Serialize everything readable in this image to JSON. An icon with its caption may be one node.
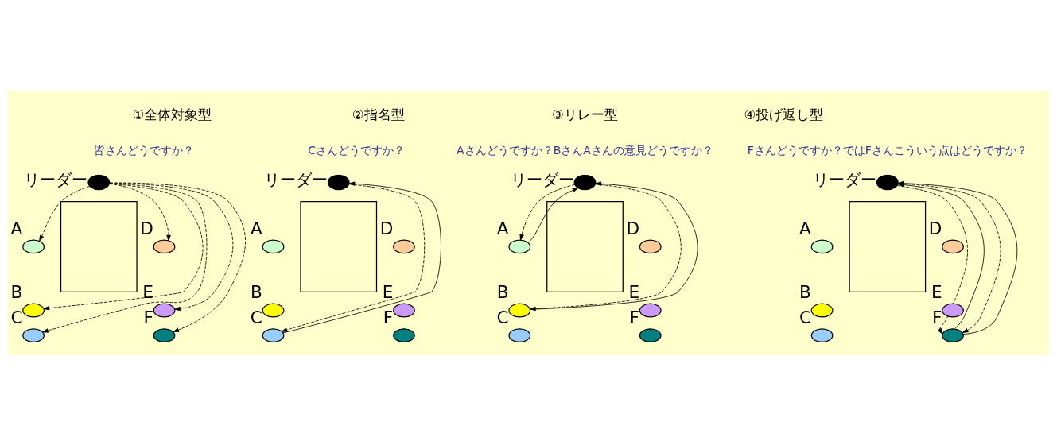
{
  "diagram": {
    "nodes": [
      {
        "text": [],
        "shape": "circle",
        "beside": [
          "リーダー"
        ]
      },
      {
        "text": [],
        "shape": "box"
      },
      {
        "text": [],
        "shape": "circle",
        "beside": [
          "A"
        ]
      },
      {
        "text": [],
        "shape": "circle",
        "beside": [
          "B"
        ]
      },
      {
        "text": [],
        "shape": "circle",
        "beside": [
          "C"
        ]
      },
      {
        "text": [],
        "shape": "circle",
        "beside": [
          "D"
        ]
      },
      {
        "text": [],
        "shape": "circle",
        "beside": [
          "E"
        ]
      },
      {
        "text": [],
        "shape": "circle",
        "beside": [
          "F"
        ]
      },
      {
        "text": [],
        "shape": "circle",
        "beside": [
          "リーダー"
        ]
      },
      {
        "text": [],
        "shape": "box"
      },
      {
        "text": [],
        "shape": "circle",
        "beside": [
          "A"
        ]
      },
      {
        "text": [],
        "shape": "circle",
        "beside": [
          "B"
        ]
      },
      {
        "text": [],
        "shape": "circle",
        "beside": [
          "C"
        ]
      },
      {
        "text": [],
        "shape": "circle",
        "beside": [
          "D"
        ]
      },
      {
        "text": [],
        "shape": "circle",
        "beside": [
          "E"
        ]
      },
      {
        "text": [],
        "shape": "circle",
        "beside": [
          "F"
        ]
      },
      {
        "text": [],
        "shape": "circle",
        "beside": [
          "リーダー"
        ]
      },
      {
        "text": [],
        "shape": "box"
      },
      {
        "text": [],
        "shape": "circle",
        "beside": [
          "A"
        ]
      },
      {
        "text": [],
        "shape": "circle",
        "beside": [
          "B"
        ]
      },
      {
        "text": [],
        "shape": "circle",
        "beside": [
          "C"
        ]
      },
      {
        "text": [],
        "shape": "circle",
        "beside": [
          "D"
        ]
      },
      {
        "text": [],
        "shape": "circle",
        "beside": [
          "E"
        ]
      },
      {
        "text": [],
        "shape": "circle",
        "beside": [
          "F"
        ]
      },
      {
        "text": [],
        "shape": "circle",
        "beside": [
          "リーダー"
        ]
      },
      {
        "text": [],
        "shape": "box"
      },
      {
        "text": [],
        "shape": "circle",
        "beside": [
          "A"
        ]
      },
      {
        "text": [],
        "shape": "circle",
        "beside": [
          "B"
        ]
      },
      {
        "text": [],
        "shape": "circle",
        "beside": [
          "C"
        ]
      },
      {
        "text": [],
        "shape": "circle",
        "beside": [
          "D"
        ]
      },
      {
        "text": [],
        "shape": "circle",
        "beside": [
          "E"
        ]
      },
      {
        "text": [],
        "shape": "circle",
        "beside": [
          "F"
        ]
      }
    ],
    "edges": [
      {
        "from": 0,
        "to": 2,
        "arrow": "to",
        "style": "dashed"
      },
      {
        "from": 0,
        "to": 3,
        "arrow": "to",
        "style": "dashed"
      },
      {
        "from": 0,
        "to": 4,
        "arrow": "to",
        "style": "dashed"
      },
      {
        "from": 0,
        "to": 5,
        "arrow": "to",
        "style": "dashed"
      },
      {
        "from": 0,
        "to": 6,
        "arrow": "to",
        "style": "dashed"
      },
      {
        "from": 0,
        "to": 7,
        "arrow": "to",
        "style": "dashed"
      },
      {
        "from": 8,
        "to": 12,
        "arrow": "to",
        "style": "dashed"
      },
      {
        "from": 12,
        "to": 8,
        "arrow": "to"
      },
      {
        "from": 16,
        "to": 18,
        "arrow": "to",
        "style": "dashed"
      },
      {
        "from": 18,
        "to": 16,
        "arrow": "to"
      },
      {
        "from": 16,
        "to": 19,
        "arrow": "to",
        "style": "dashed"
      },
      {
        "from": 19,
        "to": 16,
        "arrow": "to"
      },
      {
        "from": 24,
        "to": 31,
        "arrow": "to",
        "style": "dashed"
      },
      {
        "from": 31,
        "to": 24,
        "arrow": "to"
      },
      {
        "from": 24,
        "to": 31,
        "arrow": "to",
        "style": "dashed"
      },
      {
        "from": 31,
        "to": 24,
        "arrow": "to"
      }
    ],
    "labels": [
      "①全体対象型",
      "②指名型",
      "③リレー型",
      "④投げ返し型",
      "皆さんどうですか？",
      "Cさんどうですか？",
      "Aさんどうですか？BさんAさんの意見どうですか？",
      "Fさんどうですか？ではFさんこういう点はどうですか？"
    ]
  }
}
